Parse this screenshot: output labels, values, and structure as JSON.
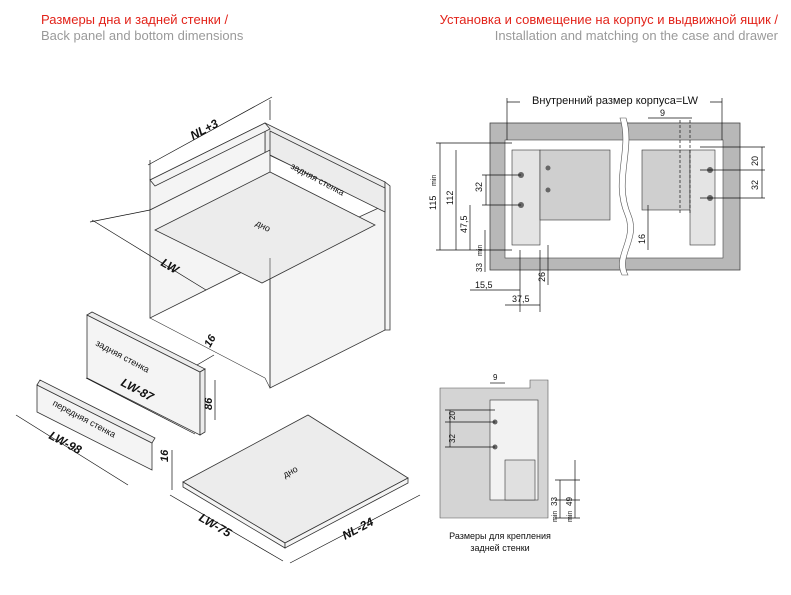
{
  "headers": {
    "left_ru": "Размеры дна и задней стенки /",
    "left_en": "Back panel and bottom dimensions",
    "right_ru": "Установка и совмещение на корпус и выдвижной ящик /",
    "right_en": "Installation and matching on the case and drawer"
  },
  "isometric": {
    "nl_plus": "NL+3",
    "lw": "LW",
    "back_wall": "задняя стенка",
    "bottom": "дно",
    "back_panel_label": "задняя стенка",
    "lw_87": "LW-87",
    "dim_16_a": "16",
    "dim_86": "86",
    "front_panel_label": "передняя стенка",
    "lw_98": "LW-98",
    "dim_16_b": "16",
    "bottom_panel_label": "дно",
    "lw_75": "LW-75",
    "nl_24": "NL-24"
  },
  "section": {
    "inner_size": "Внутренний размер корпуса=LW",
    "d9": "9",
    "d20": "20",
    "d32_r": "32",
    "d115": "115",
    "d115_min": "min",
    "d112": "112",
    "d32_l": "32",
    "d47_5": "47,5",
    "d16": "16",
    "d33": "33",
    "d33_min": "min",
    "d26": "26",
    "d15_5": "15,5",
    "d37_5": "37,5"
  },
  "detail": {
    "d9": "9",
    "d20": "20",
    "d32": "32",
    "min": "min",
    "d33": "33",
    "d49": "49",
    "caption_1": "Размеры для крепления",
    "caption_2": "задней стенки"
  }
}
